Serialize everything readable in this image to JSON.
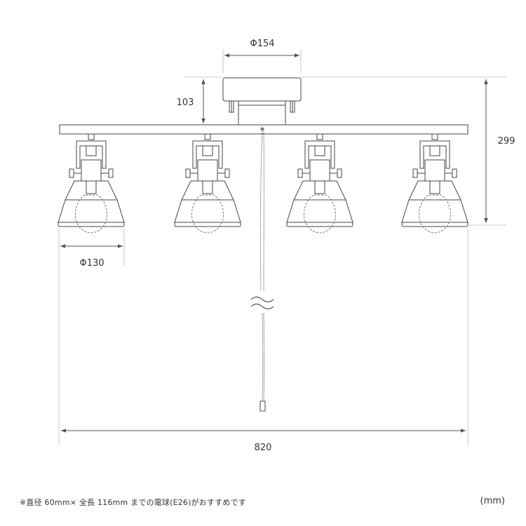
{
  "dimensions": {
    "base_diameter": "Φ154",
    "base_height": "103",
    "overall_height": "299",
    "shade_diameter": "Φ130",
    "overall_width": "820"
  },
  "footer": {
    "note": "※直径 60mm× 全長 116mm までの電球(E26)がおすすめです",
    "unit": "(mm)"
  },
  "colors": {
    "line": "#444444",
    "dim_line": "#666666",
    "guide": "#bbbbbb"
  }
}
